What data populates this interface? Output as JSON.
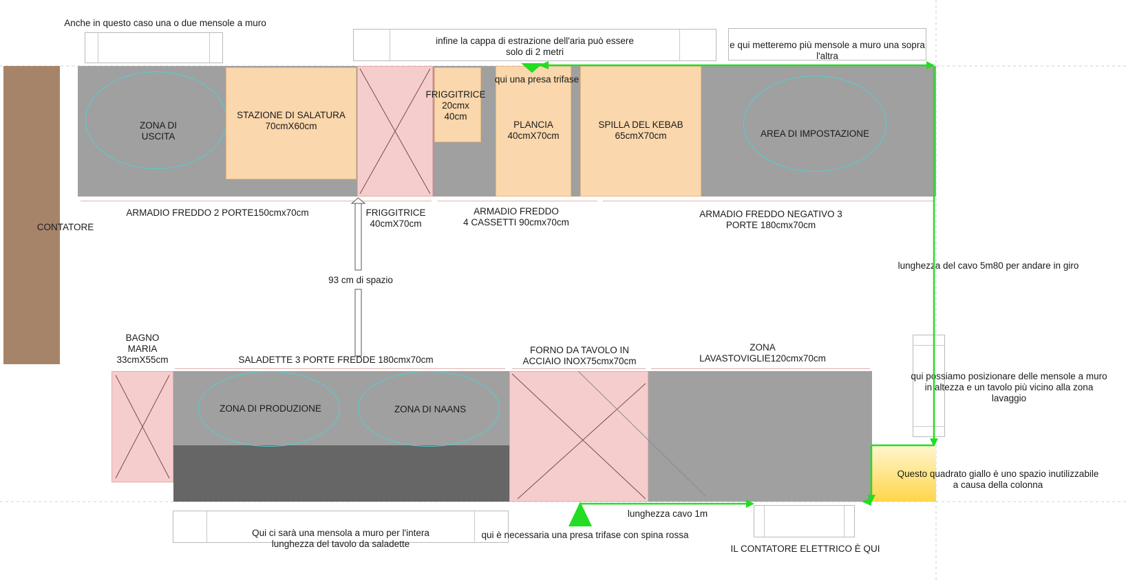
{
  "labels": {
    "counter_meter": "CONTATORE",
    "exit_zone": "ZONA DI\nUSCITA",
    "salting_station": "STAZIONE DI SALATURA\n70cmX60cm",
    "fryer_small": "FRIGGITRICE\n20cmx\n40cm",
    "plancia": "PLANCIA\n40cmX70cm",
    "kebab_spit": "SPILLA DEL KEBAB\n65cmX70cm",
    "setup_area": "AREA DI IMPOSTAZIONE",
    "trifase_top": "qui una presa trifase",
    "fridge_2_doors": "ARMADIO FREDDO 2 PORTE150cmx70cm",
    "fryer_large": "FRIGGITRICE\n40cmX70cm",
    "fridge_4_drawers": "ARMADIO FREDDO\n4 CASSETTI 90cmx70cm",
    "fridge_negative": "ARMADIO FREDDO NEGATIVO 3\nPORTE 180cmx70cm",
    "space_93": "93 cm di spazio",
    "cable_5m80": "lunghezza del cavo 5m80 per andare in giro",
    "bain_marie": "BAGNO\nMARIA\n33cmX55cm",
    "saladette": "SALADETTE 3 PORTE FREDDE 180cmx70cm",
    "oven": "FORNO DA TAVOLO IN\nACCIAIO INOX75cmx70cm",
    "dishwasher_zone": "ZONA\nLAVASTOVIGLIE120cmx70cm",
    "production_zone": "ZONA DI PRODUZIONE",
    "naans_zone": "ZONA DI NAANS",
    "shelves_note": "qui possiamo posizionare delle mensole a muro\nin altezza e un tavolo più vicino alla zona\nlavaggio",
    "yellow_note": "Questo quadrato giallo è uno spazio inutilizzabile\na causa della colonna",
    "cable_1m": "lunghezza cavo 1m",
    "trifase_red": "qui è necessaria una presa trifase con spina rossa",
    "meter_here": "IL CONTATORE ELETTRICO È QUI",
    "top_left_note": "Anche in questo caso una o due mensole a muro",
    "hood_note": "infine la cappa di estrazione dell'aria può essere\nsolo di 2 metri",
    "shelves_top_right": "e qui metteremo più mensole a muro una sopra\nl'altra",
    "saladette_shelf_note": "Qui ci sarà una mensola a muro per l'intera\nlunghezza del tavolo da saladette"
  },
  "colors": {
    "wood": "#a6846a",
    "counter_grey": "#a0a0a0",
    "counter_dark": "#666666",
    "peach": "#fad7ac",
    "pink": "#f6cdcd",
    "oval_cyan": "#4fd0d6",
    "cable_green": "#22dd22",
    "yellow": "#ffd54a"
  }
}
